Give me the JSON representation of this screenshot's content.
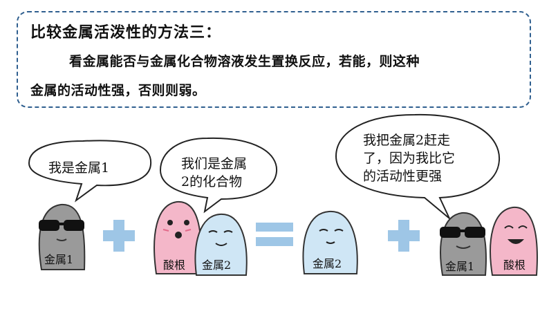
{
  "header": {
    "title": "比较金属活泼性的方法三：",
    "line1": "看金属能否与金属化合物溶液发生置换反应，若能，则这种",
    "line2": "金属的活动性强，否则则弱。"
  },
  "bubbles": {
    "metal1": "我是金属1",
    "compound_line1": "我们是金属",
    "compound_line2": "2的化合物",
    "replace_line1": "我把金属2赶走",
    "replace_line2": "了，因为我比它",
    "replace_line3": "的活动性更强"
  },
  "labels": {
    "metal1_left": "金属1",
    "acid_root_left": "酸根",
    "metal2_left": "金属2",
    "metal2_middle": "金属2",
    "metal1_right": "金属1",
    "acid_root_right": "酸根"
  },
  "colors": {
    "border": "#2f5f8f",
    "gray_character": "#9a9a9a",
    "pink_character": "#f4b7c9",
    "blue_character": "#cfe6f5",
    "operator": "#9ec6e6"
  }
}
